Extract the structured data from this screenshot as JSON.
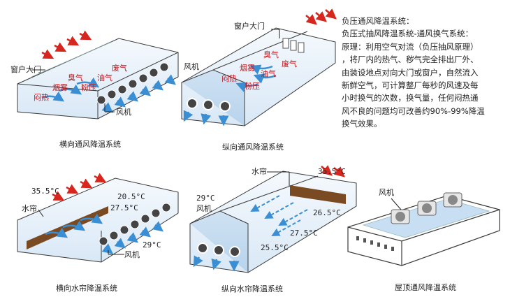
{
  "colors": {
    "red_arrow": "#d7261e",
    "blue_arrow": "#3a8fd4",
    "wall_fill": "#e8f1fa",
    "edge": "#3a3a3a",
    "pad": "#7a4a22"
  },
  "panel1": {
    "caption": "横向通风降温系统",
    "label_window_door": "窗户大门",
    "label_fan": "风机",
    "hazards": [
      "废气",
      "臭气",
      "油气",
      "烟雾",
      "粉压",
      "闷热"
    ]
  },
  "panel2": {
    "caption": "纵向通风降温系统",
    "label_window_door": "窗户大门",
    "label_fan": "风机",
    "hazards": [
      "臭气",
      "废气",
      "烟雾",
      "油气",
      "闷热",
      "粉压"
    ]
  },
  "panel3": {
    "caption": "横向水帘降温系统",
    "label_pad": "水帘",
    "label_fan": "风机",
    "temps": [
      "35.5°C",
      "20.5°C",
      "27.5°C",
      "29°C"
    ]
  },
  "panel4": {
    "caption": "纵向水帘降温系统",
    "label_pad": "水帘",
    "label_fan": "风机",
    "temps": [
      "35.5°C",
      "29°C",
      "26.5°C",
      "27.5°C",
      "25.5°C"
    ]
  },
  "panel5": {
    "caption": "屋顶通风降温系统",
    "label_fan": "风机"
  },
  "description": {
    "lines": [
      "负压通风降温系统：",
      "负压式抽风降温系统-通风换气系统：",
      "原理：利用空气对流（负压抽风原理）",
      "，将厂内的热气、秽气完全排出厂外、",
      "由装设地点对向大门或窗户，自然流入",
      "新鲜空气，可计算整厂每秒的风速及每",
      "小时换气的次数，换气量，任何闷热通",
      "风不良的问题均可改善约90%-99%降温",
      "换气效果。"
    ]
  }
}
